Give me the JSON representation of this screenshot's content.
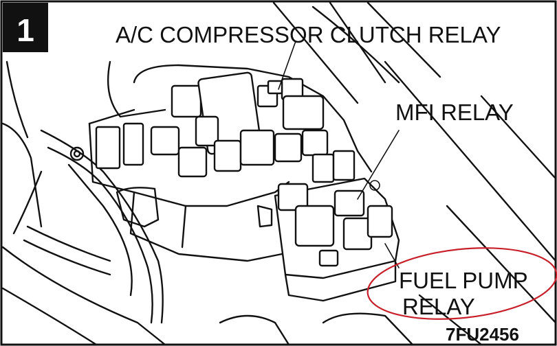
{
  "figure": {
    "step_number": "1",
    "labels": {
      "ac_relay": "A/C COMPRESSOR CLUTCH RELAY",
      "mfi_relay": "MFI RELAY",
      "fuel_pump_line1": "FUEL PUMP",
      "fuel_pump_line2": "RELAY"
    },
    "figure_code": "7FU2456",
    "highlight_color": "#c8202a"
  }
}
